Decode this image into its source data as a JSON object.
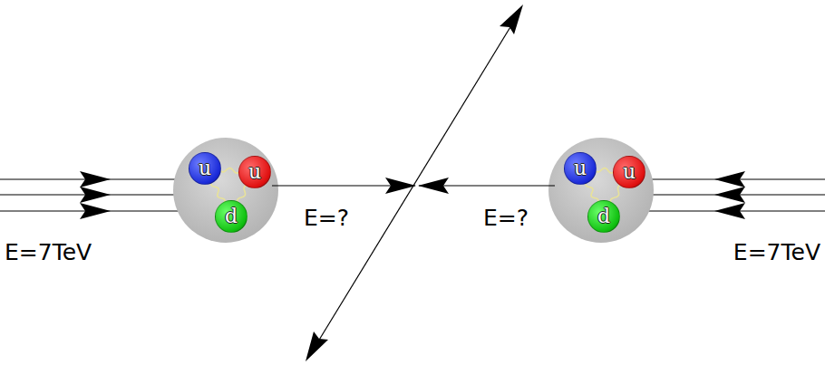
{
  "diagram": {
    "nodes": [
      {
        "text": [
          "u"
        ]
      },
      {
        "text": [
          "u"
        ]
      },
      {
        "text": [
          "d"
        ]
      },
      {
        "text": [
          "u"
        ]
      },
      {
        "text": [
          "u"
        ]
      },
      {
        "text": [
          "d"
        ]
      }
    ],
    "edges": [
      {
        "from": 0,
        "to": 1,
        "arrow": "none"
      },
      {
        "from": 0,
        "to": 2,
        "arrow": "none"
      },
      {
        "from": 1,
        "to": 2,
        "arrow": "none"
      },
      {
        "from": 3,
        "to": 4,
        "arrow": "none"
      },
      {
        "from": 3,
        "to": 5,
        "arrow": "none"
      },
      {
        "from": 4,
        "to": 5,
        "arrow": "none"
      }
    ],
    "labels": [
      "E=?",
      "E=?",
      "E=7TeV",
      "E=7TeV"
    ]
  }
}
